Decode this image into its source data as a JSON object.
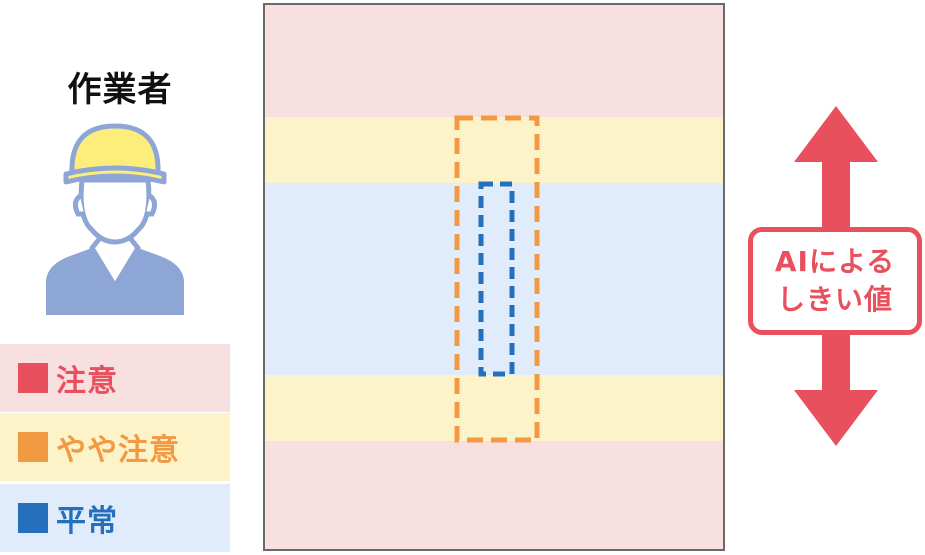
{
  "worker": {
    "title": "作業者",
    "icon": "worker-helmet-icon"
  },
  "legend": [
    {
      "label": "注意",
      "color": "#e8505e",
      "bg": "#f8e0e1",
      "text_color": "#e8505e"
    },
    {
      "label": "やや注意",
      "color": "#f29944",
      "bg": "#fdf3c9",
      "text_color": "#f29944"
    },
    {
      "label": "平常",
      "color": "#2470bd",
      "bg": "#e0ebfb",
      "text_color": "#2470bd"
    }
  ],
  "chart": {
    "zones_colors": {
      "caution": "#f8e0e1",
      "slight_caution": "#fdf3c9",
      "normal": "#e0ebfb"
    },
    "outer_box_color": "#f29944",
    "inner_box_color": "#2470bd"
  },
  "threshold": {
    "line1": "AIによる",
    "line2": "しきい値",
    "color": "#e8505e",
    "icon": "double-arrow-vertical-icon"
  }
}
